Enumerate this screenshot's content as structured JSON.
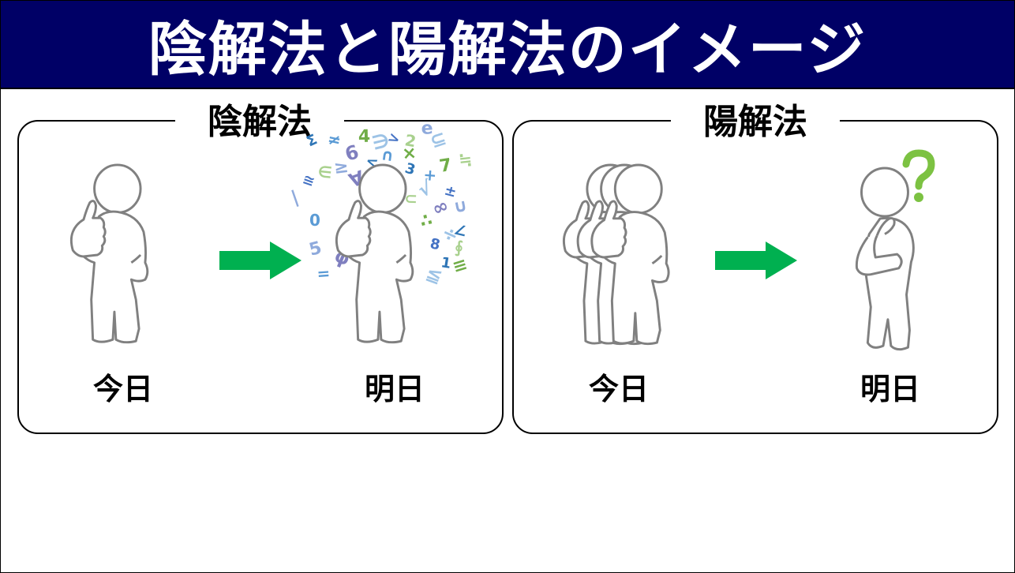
{
  "header": {
    "title": "陰解法と陽解法のイメージ",
    "bg_color": "#000066",
    "text_color": "#ffffff"
  },
  "panels": [
    {
      "title": "陰解法",
      "captions": {
        "today": "今日",
        "tomorrow": "明日"
      }
    },
    {
      "title": "陽解法",
      "captions": {
        "today": "今日",
        "tomorrow": "明日"
      }
    }
  ],
  "icons": {
    "thumbs_up": "thumbs-up-person-icon",
    "thinking": "thinking-person-icon",
    "question": "question-mark-icon",
    "symbols": "math-symbols-cloud",
    "arrow": "right-arrow-icon"
  },
  "colors": {
    "arrow": "#00b050",
    "question": "#7cc242",
    "figure_stroke": "#808080"
  },
  "math_symbols": [
    "Σ",
    "≠",
    "4",
    "∋",
    ">",
    "2",
    "e",
    "6",
    "<",
    "∩",
    "×",
    "⊆",
    "≅",
    "∈",
    "≥",
    "∀",
    "3",
    "+",
    "7",
    "√",
    "±",
    "⊂",
    "∪",
    "∞",
    "∠",
    "0",
    "∴",
    "÷",
    "8",
    "∮",
    "5",
    "φ",
    "1",
    "=",
    "≡",
    "≦",
    "∃",
    "≒",
    "|"
  ]
}
